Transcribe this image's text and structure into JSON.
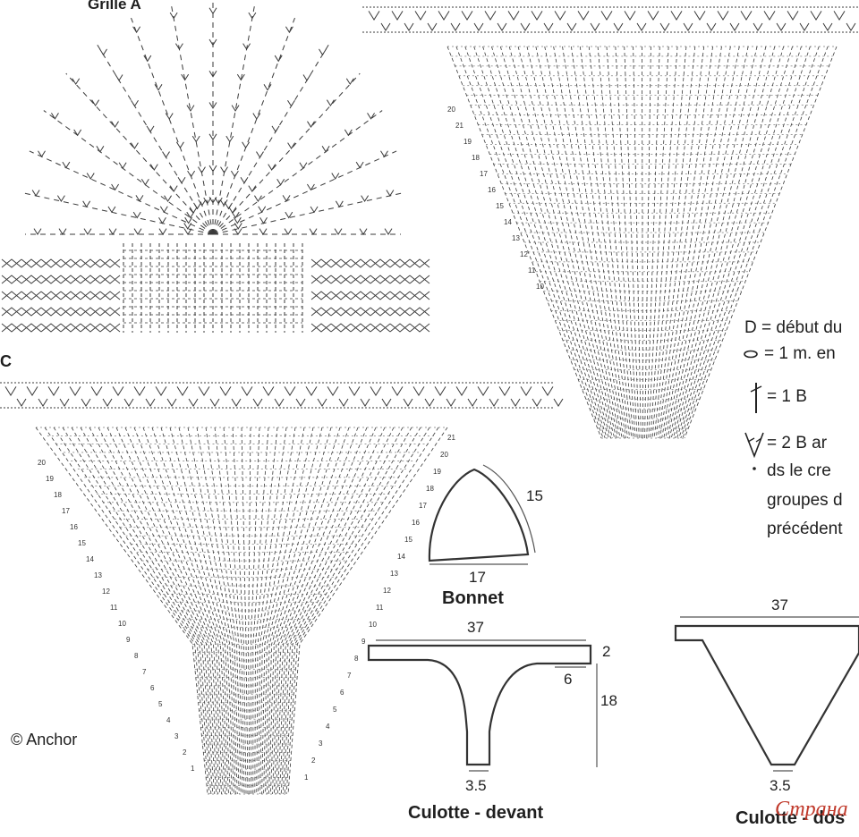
{
  "grid_a": {
    "title": "Grille A",
    "row_labels": [
      "20",
      "21",
      "19",
      "18",
      "17",
      "16",
      "15",
      "14",
      "13",
      "12",
      "11",
      "10"
    ]
  },
  "grid_c": {
    "letter": "C",
    "row_labels_left": [
      "20",
      "19",
      "18",
      "17",
      "16",
      "15",
      "14",
      "13",
      "12",
      "11",
      "10",
      "9",
      "8",
      "7",
      "6",
      "5",
      "4",
      "3",
      "2",
      "1"
    ],
    "row_labels_right": [
      "21",
      "20",
      "19",
      "18",
      "17",
      "16",
      "15",
      "14",
      "13",
      "12",
      "11",
      "10",
      "9",
      "8",
      "7",
      "6",
      "5",
      "4",
      "3",
      "2",
      "1"
    ]
  },
  "legend": {
    "line1": "D = début du",
    "line2": "= 1 m. en",
    "line3": "= 1 B",
    "line4a": "= 2 B ar",
    "line4b": "ds le cre",
    "line4c": "groupes d",
    "line4d": "précédent"
  },
  "bonnet": {
    "label": "Bonnet",
    "side": "15",
    "base": "17"
  },
  "culotte_devant": {
    "label": "Culotte - devant",
    "width": "37",
    "band": "2",
    "inset": "6",
    "height": "18",
    "bottom": "3.5"
  },
  "culotte_dos": {
    "label": "Culotte - dos",
    "width": "37",
    "bottom": "3.5"
  },
  "copyright": "© Anchor",
  "watermark": "Страна"
}
